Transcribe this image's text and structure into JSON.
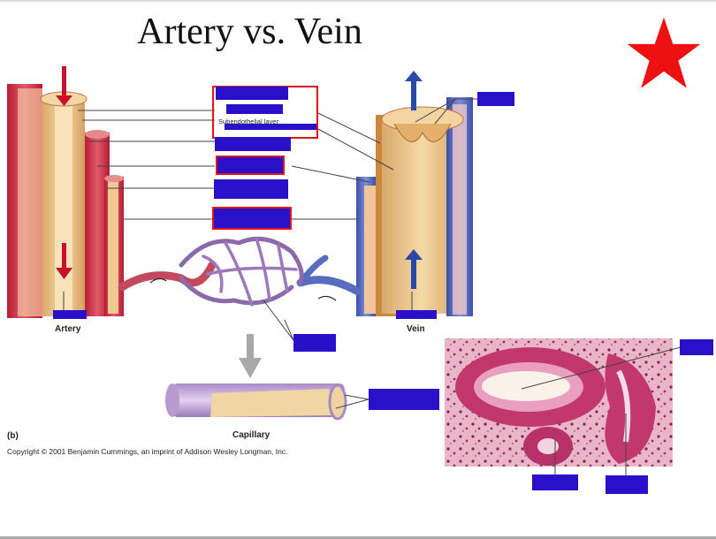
{
  "slide": {
    "title": "Artery vs. Vein",
    "artery_label": "Artery",
    "vein_label": "Vein",
    "capillary_label": "Capillary",
    "panel_label": "(b)",
    "copyright": "Copyright © 2001 Benjamin Cummings, an imprint of Addison Wesley Longman, Inc.",
    "partial_text": "Subendothelial layer"
  },
  "colors": {
    "label_box": "#2a10c8",
    "frame": "#e0151a",
    "star": "#ee1111",
    "artery_red": "#c8283c",
    "vein_blue": "#5a6cc0",
    "wall_tan": "#e9c089",
    "lumen": "#f3d9a8"
  }
}
